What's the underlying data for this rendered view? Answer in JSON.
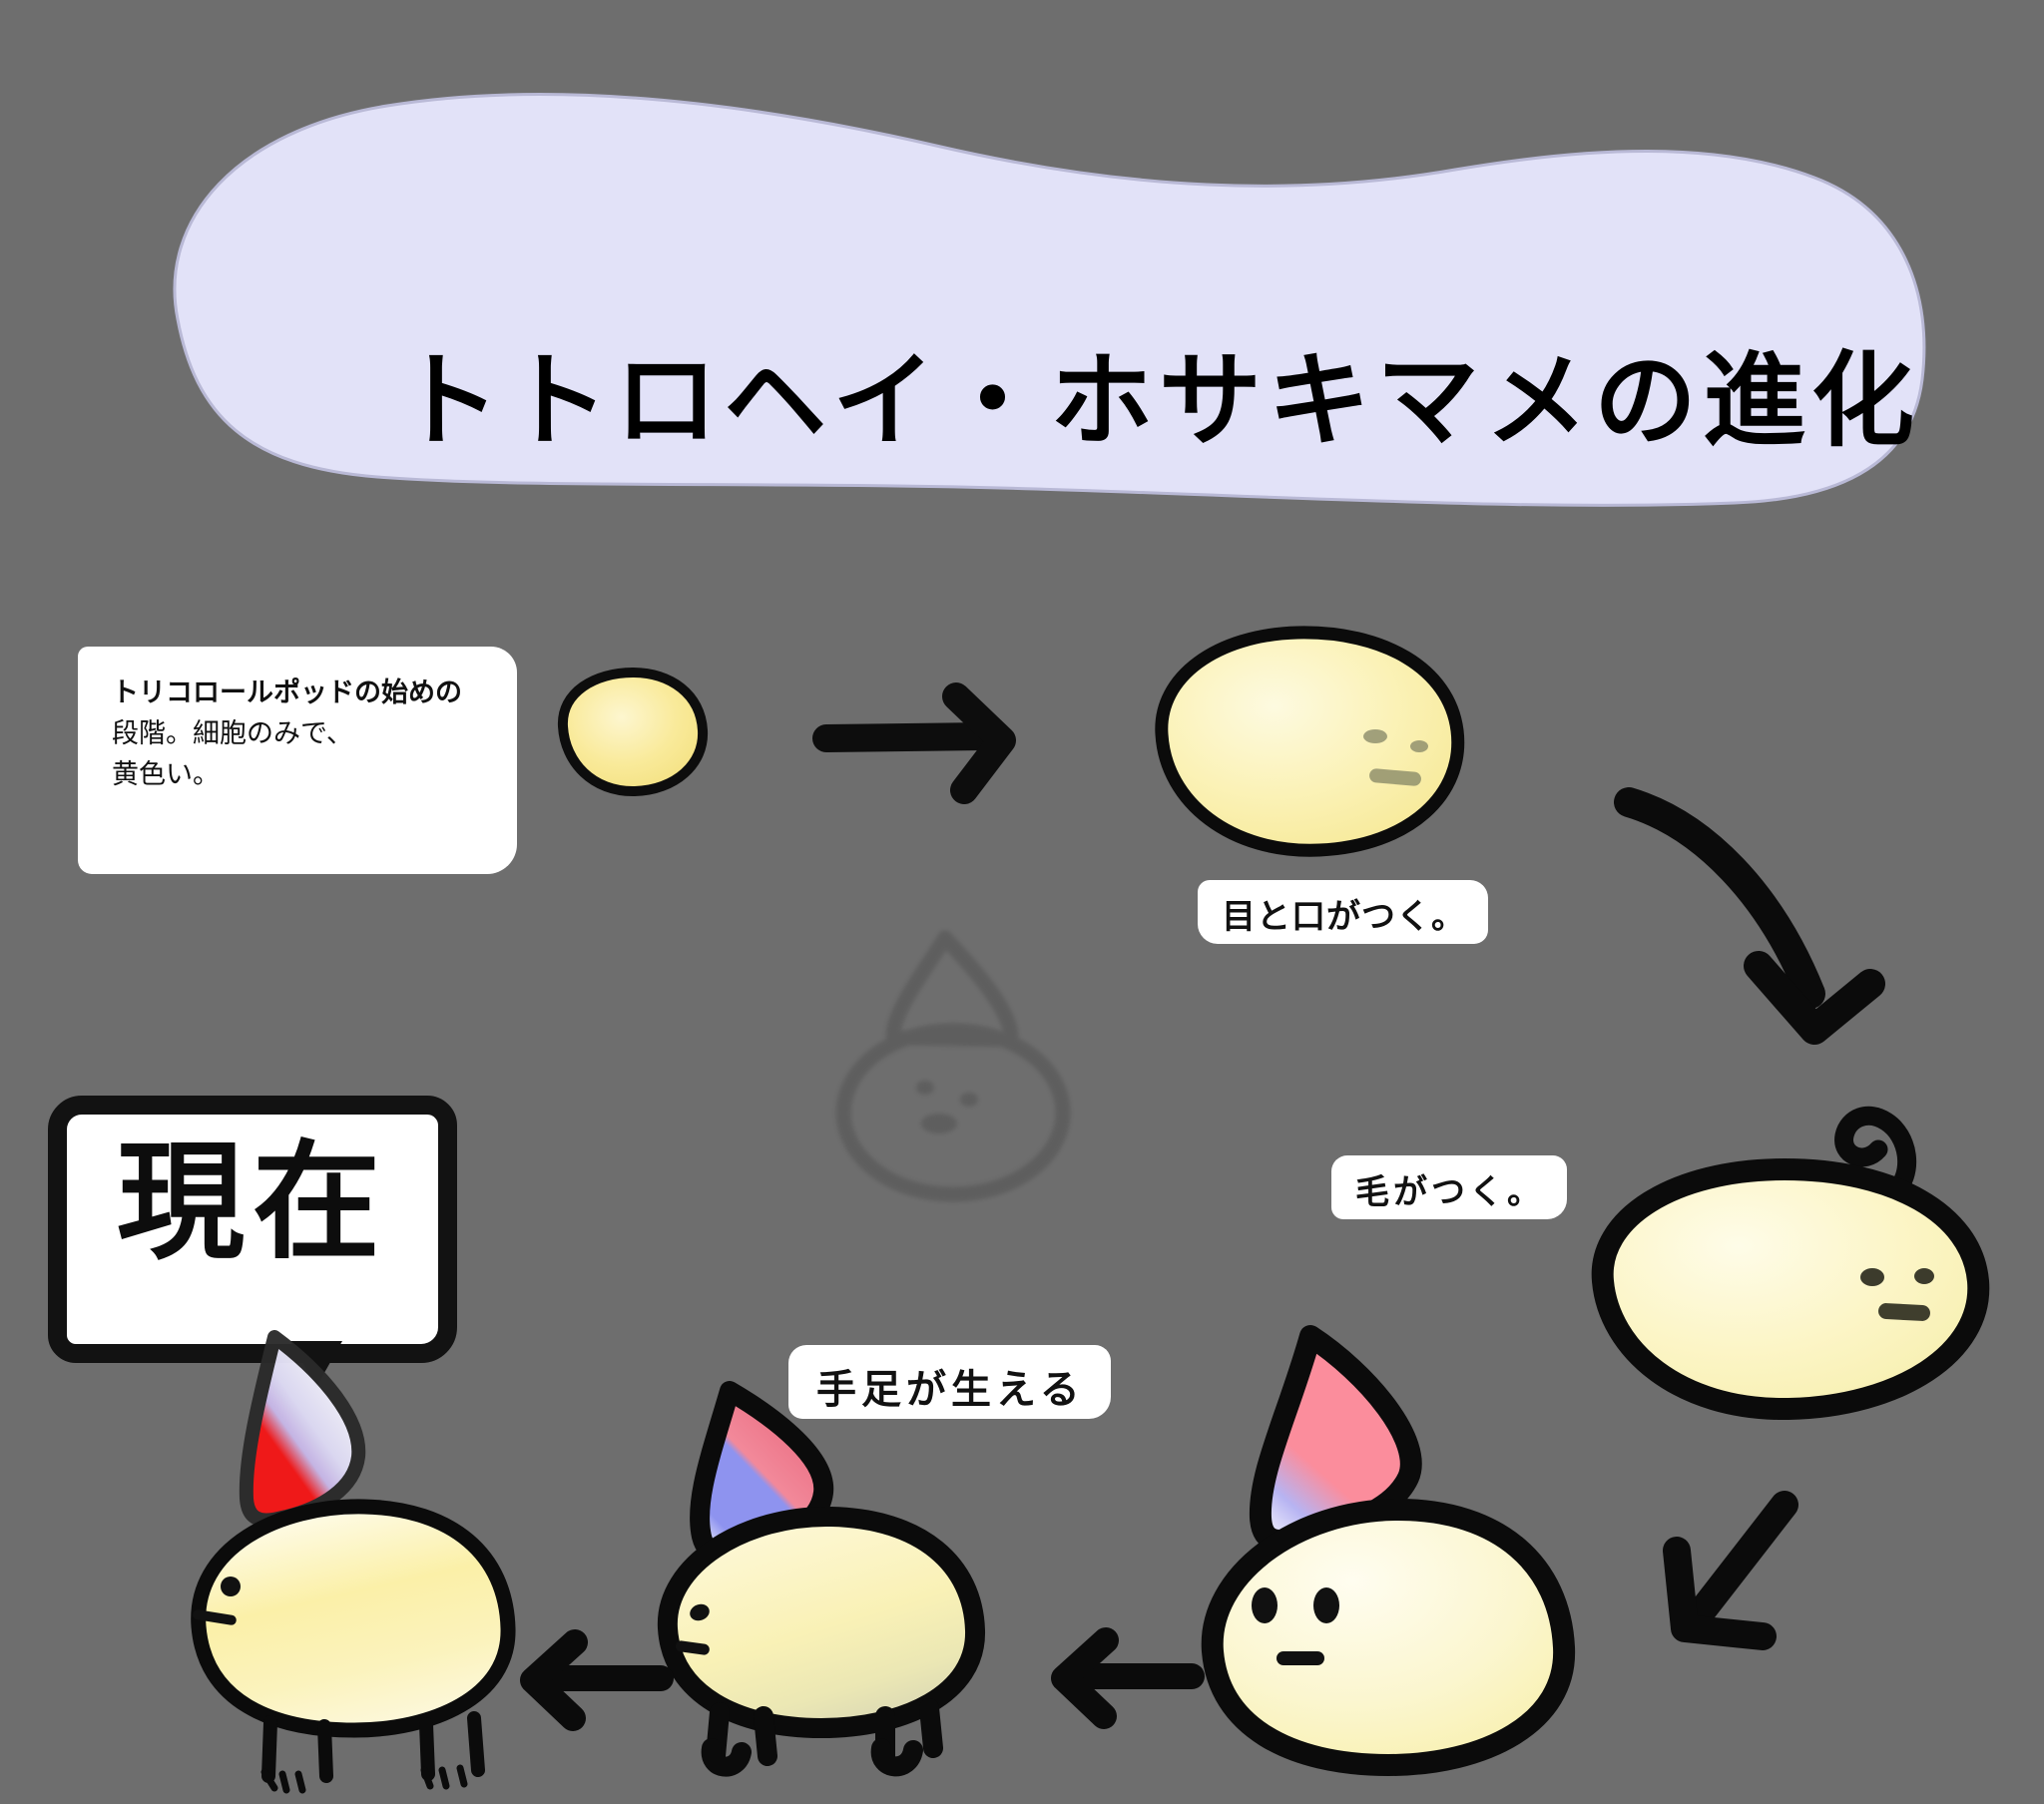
{
  "meta": {
    "background_color": "#6e6e6e",
    "banner_color": "#e2e2f8",
    "ink_color": "#111111",
    "body_yellow_light": "#fdf8d6",
    "body_yellow_deep": "#f7e98c",
    "flame_pink": "#fb8d9c",
    "flame_blue": "#8e93ef",
    "flame_red": "#f51616",
    "flame_white": "#ffffff"
  },
  "title": {
    "text": "トトロヘイ・ホサキマメの進化"
  },
  "notes": {
    "stage1": {
      "line1": "トリコロールポッドの始めの",
      "line2": "段階。細胞のみで、",
      "line3": "黄色い。"
    },
    "eyes_mouth": "目と口がつく。",
    "hair": "毛がつく。",
    "limbs": "手足が生える",
    "now": "現在"
  },
  "stages": [
    {
      "id": "stage-1-pod",
      "name": "plain-yellow-pod",
      "has_face": false,
      "has_hair": false,
      "has_legs": false,
      "flame": "none"
    },
    {
      "id": "stage-2-blob-face",
      "name": "yellow-blob-with-face",
      "has_face": true,
      "has_hair": false,
      "has_legs": false,
      "flame": "none"
    },
    {
      "id": "stage-3-blob-hair",
      "name": "yellow-blob-with-hair-strand",
      "has_face": true,
      "has_hair": true,
      "has_legs": false,
      "flame": "none"
    },
    {
      "id": "stage-4-flame-blob",
      "name": "blob-with-pink-flame",
      "has_face": true,
      "has_hair": true,
      "has_legs": false,
      "flame": "pink-blue"
    },
    {
      "id": "stage-5-flame-legs",
      "name": "blob-with-flame-and-stub-legs",
      "has_face": true,
      "has_hair": true,
      "has_legs": true,
      "flame": "pink-blue"
    },
    {
      "id": "stage-6-current",
      "name": "current-form-tricolor-flame",
      "has_face": true,
      "has_hair": true,
      "has_legs": true,
      "flame": "red-white-blue"
    }
  ],
  "arrows": [
    {
      "id": "arrow-1",
      "direction": "right",
      "from": "stage-1-pod",
      "to": "stage-2-blob-face"
    },
    {
      "id": "arrow-2",
      "direction": "down-right-curve",
      "from": "stage-2-blob-face",
      "to": "stage-3-blob-hair"
    },
    {
      "id": "arrow-3",
      "direction": "down-left",
      "from": "stage-3-blob-hair",
      "to": "stage-4-flame-blob"
    },
    {
      "id": "arrow-4",
      "direction": "left",
      "from": "stage-4-flame-blob",
      "to": "stage-5-flame-legs"
    },
    {
      "id": "arrow-5",
      "direction": "left",
      "from": "stage-5-flame-legs",
      "to": "stage-6-current"
    }
  ],
  "ghost_sketch": {
    "name": "faint-pod-sketch-watermark"
  }
}
